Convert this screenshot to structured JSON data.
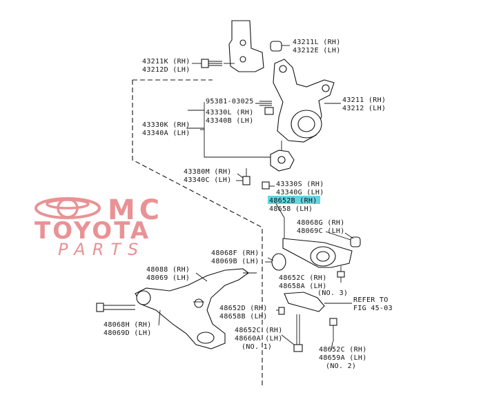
{
  "labels": {
    "p43211L": "43211L (RH)",
    "p43212E": "43212E (LH)",
    "p43211K": "43211K (RH)",
    "p43212D": "43212D (LH)",
    "p95381": "95381-03025",
    "p43330L": "43330L (RH)",
    "p43340B": "43340B (LH)",
    "p43330K": "43330K (RH)",
    "p43340A": "43340A (LH)",
    "p43211": "43211 (RH)",
    "p43212": "43212 (LH)",
    "p43380M": "43380M (RH)",
    "p43340C": "43340C (LH)",
    "p43330S": "43330S (RH)",
    "p43340G": "43340G (LH)",
    "p48652B": "48652B (RH)",
    "p48658": "48658 (LH)",
    "p48068G": "48068G (RH)",
    "p48069C": "48069C (LH)",
    "p48068F": "48068F (RH)",
    "p48069B": "48069B (LH)",
    "p48088": "48088 (RH)",
    "p48069": "48069 (LH)",
    "p48652C_a": "48652C (RH)",
    "p48658A_a": "48658A (LH)",
    "no3": "(NO. 3)",
    "refer1": "REFER TO",
    "refer2": "FIG 45-03",
    "p48652D": "48652D (RH)",
    "p48658B": "48658B (LH)",
    "p48068H": "48068H (RH)",
    "p48069D": "48069D (LH)",
    "p48652C_b": "48652C (RH)",
    "p48660A": "48660A (LH)",
    "no1": "(NO. 1)",
    "p48652C_c": "48652C (RH)",
    "p48659A": "48659A (LH)",
    "no2": "(NO. 2)"
  },
  "watermark": {
    "line1": "MC",
    "line2": "TOYOTA",
    "line3": "PARTS"
  },
  "colors": {
    "highlight": "#2fc6d9",
    "watermark": "#e8898d"
  }
}
